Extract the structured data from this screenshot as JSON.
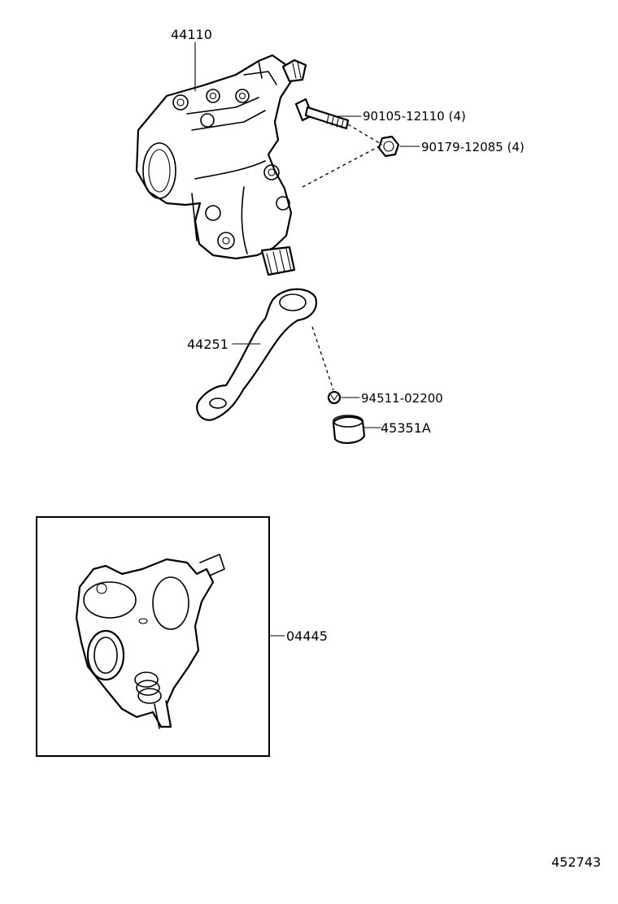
{
  "callouts": {
    "gear_housing": "44110",
    "bolt": "90105-12110 (4)",
    "nut": "90179-12085 (4)",
    "pitman_arm": "44251",
    "washer": "94511-02200",
    "arm_nut": "45351A",
    "gasket_kit": "04445"
  },
  "figure_number": "452743"
}
